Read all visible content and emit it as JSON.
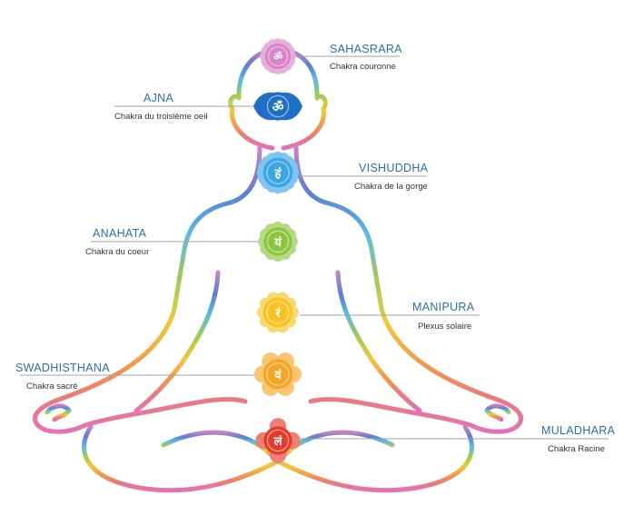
{
  "chakras": [
    {
      "key": "sahasrara",
      "name": "SAHASRARA",
      "subtitle": "Chakra couronne",
      "color": "#d884c8",
      "glyph": "ॐ"
    },
    {
      "key": "ajna",
      "name": "AJNA",
      "subtitle": "Chakra du troisième oeil",
      "color": "#1f6fc6",
      "glyph": "ॐ"
    },
    {
      "key": "vishuddha",
      "name": "VISHUDDHA",
      "subtitle": "Chakra de la gorge",
      "color": "#3aa6e6",
      "glyph": "हं"
    },
    {
      "key": "anahata",
      "name": "ANAHATA",
      "subtitle": "Chakra du coeur",
      "color": "#8cc63f",
      "glyph": "यं"
    },
    {
      "key": "manipura",
      "name": "MANIPURA",
      "subtitle": "Plexus solaire",
      "color": "#f6c322",
      "glyph": "रं"
    },
    {
      "key": "swadhisthana",
      "name": "SWADHISTHANA",
      "subtitle": "Chakra sacré",
      "color": "#f5a623",
      "glyph": "वं"
    },
    {
      "key": "muladhara",
      "name": "MULADHARA",
      "subtitle": "Chakra Racine",
      "color": "#e53a2c",
      "glyph": "लं"
    }
  ],
  "label_color": "#2e6fa8"
}
